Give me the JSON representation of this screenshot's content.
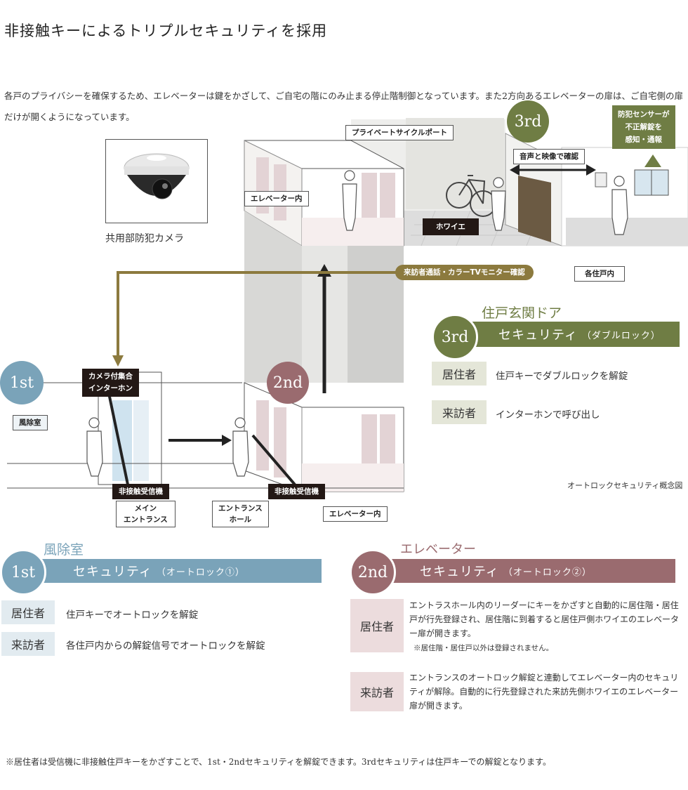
{
  "title": "非接触キーによるトリプルセキュリティを採用",
  "intro": "各戸のプライバシーを確保するため、エレベーターは鍵をかざして、ご自宅の階にのみ止まる停止階制御となっています。また2方向あるエレベーターの扉は、ご自宅側の扉だけが開くようになっています。",
  "camera_caption": "共用部防犯カメラ",
  "diagram": {
    "private_cycle_port": "プライベートサイクルポート",
    "elevator_inside_top": "エレベーター内",
    "audio_video_check": "音声と映像で確認",
    "crime_sensor": "防犯センサーが\n不正解錠を\n感知・通報",
    "foyer": "ホワイエ",
    "visitor_call": "来訪者通話・カラーTVモニター確認",
    "each_unit": "各住戸内",
    "camera_intercom": "カメラ付集合\nインターホン",
    "vestibule": "風除室",
    "contactless_receiver_1": "非接触受信機",
    "contactless_receiver_2": "非接触受信機",
    "main_entrance": "メイン\nエントランス",
    "entrance_hall": "エントランス\nホール",
    "elevator_inside_bottom": "エレベーター内",
    "concept_caption": "オートロックセキュリティ概念図",
    "badge_1st": "1st",
    "badge_2nd": "2nd",
    "badge_3rd": "3rd"
  },
  "third": {
    "badge": "3rd",
    "subtitle": "住戸玄関ドア",
    "heading": "セキュリティ",
    "heading_sub": "（ダブルロック）",
    "resident_label": "居住者",
    "resident_text": "住戸キーでダブルロックを解錠",
    "visitor_label": "来訪者",
    "visitor_text": "インターホンで呼び出し"
  },
  "first": {
    "badge": "1st",
    "subtitle": "風除室",
    "heading": "セキュリティ",
    "heading_sub": "（オートロック①）",
    "resident_label": "居住者",
    "resident_text": "住戸キーでオートロックを解錠",
    "visitor_label": "来訪者",
    "visitor_text": "各住戸内からの解錠信号でオートロックを解錠"
  },
  "second": {
    "badge": "2nd",
    "subtitle": "エレベーター",
    "heading": "セキュリティ",
    "heading_sub": "（オートロック②）",
    "resident_label": "居住者",
    "resident_text": "エントラスホール内のリーダーにキーをかざすと自動的に居住階・居住戸が行先登録され、居住階に到着すると居住戸側ホワイエのエレベーター扉が開きます。",
    "resident_note": "※居住階・居住戸以外は登録されません。",
    "visitor_label": "来訪者",
    "visitor_text": "エントランスのオートロック解錠と連動してエレベーター内のセキュリティが解除。自動的に行先登録された来訪先側ホワイエのエレベーター扉が開きます。"
  },
  "footnote": "※居住者は受信機に非接触住戸キーをかざすことで、1st・2ndセキュリティを解錠できます。3rdセキュリティは住戸キーでの解錠となります。",
  "colors": {
    "green": "#6f7d44",
    "blue": "#7aa3b9",
    "maroon": "#9a6b6f",
    "gold": "#8c7a3e"
  },
  "icons": [
    "security-camera-icon",
    "person-icon",
    "bicycle-icon",
    "intercom-icon",
    "window-icon",
    "elevator-icon"
  ]
}
